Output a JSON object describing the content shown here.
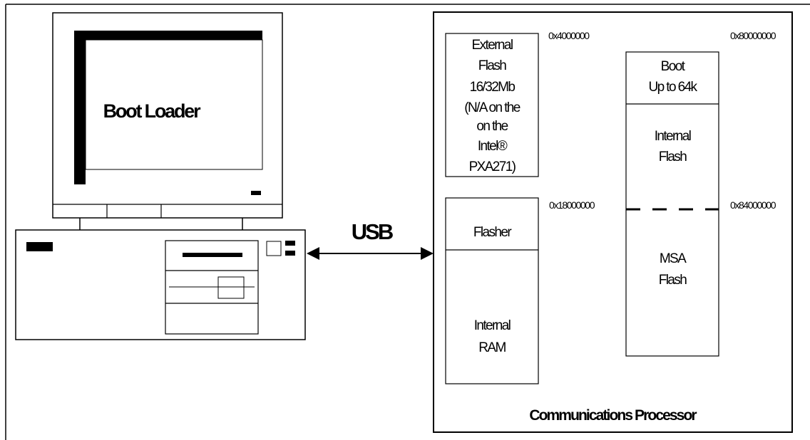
{
  "computer": {
    "screen_label": "Boot Loader"
  },
  "connection": {
    "label": "USB"
  },
  "processor": {
    "title": "Communications Processor",
    "external_flash": {
      "lines": [
        "External",
        "Flash",
        "16/32Mb",
        "(N/A on the",
        "on the",
        "Intel®",
        "PXA271)"
      ]
    },
    "flasher_label": "Flasher",
    "internal_ram": {
      "lines": [
        "Internal",
        "RAM"
      ]
    },
    "boot_block": {
      "lines": [
        "Boot",
        "Up to 64k"
      ]
    },
    "internal_flash": {
      "lines": [
        "Internal",
        "Flash"
      ]
    },
    "msa_flash": {
      "lines": [
        "MSA",
        "Flash"
      ]
    },
    "addresses": {
      "external_flash_base": "0x4000000",
      "internal_flash_base": "0x80000000",
      "ram_base": "0x18000000",
      "msa_base": "0x84000000"
    }
  }
}
